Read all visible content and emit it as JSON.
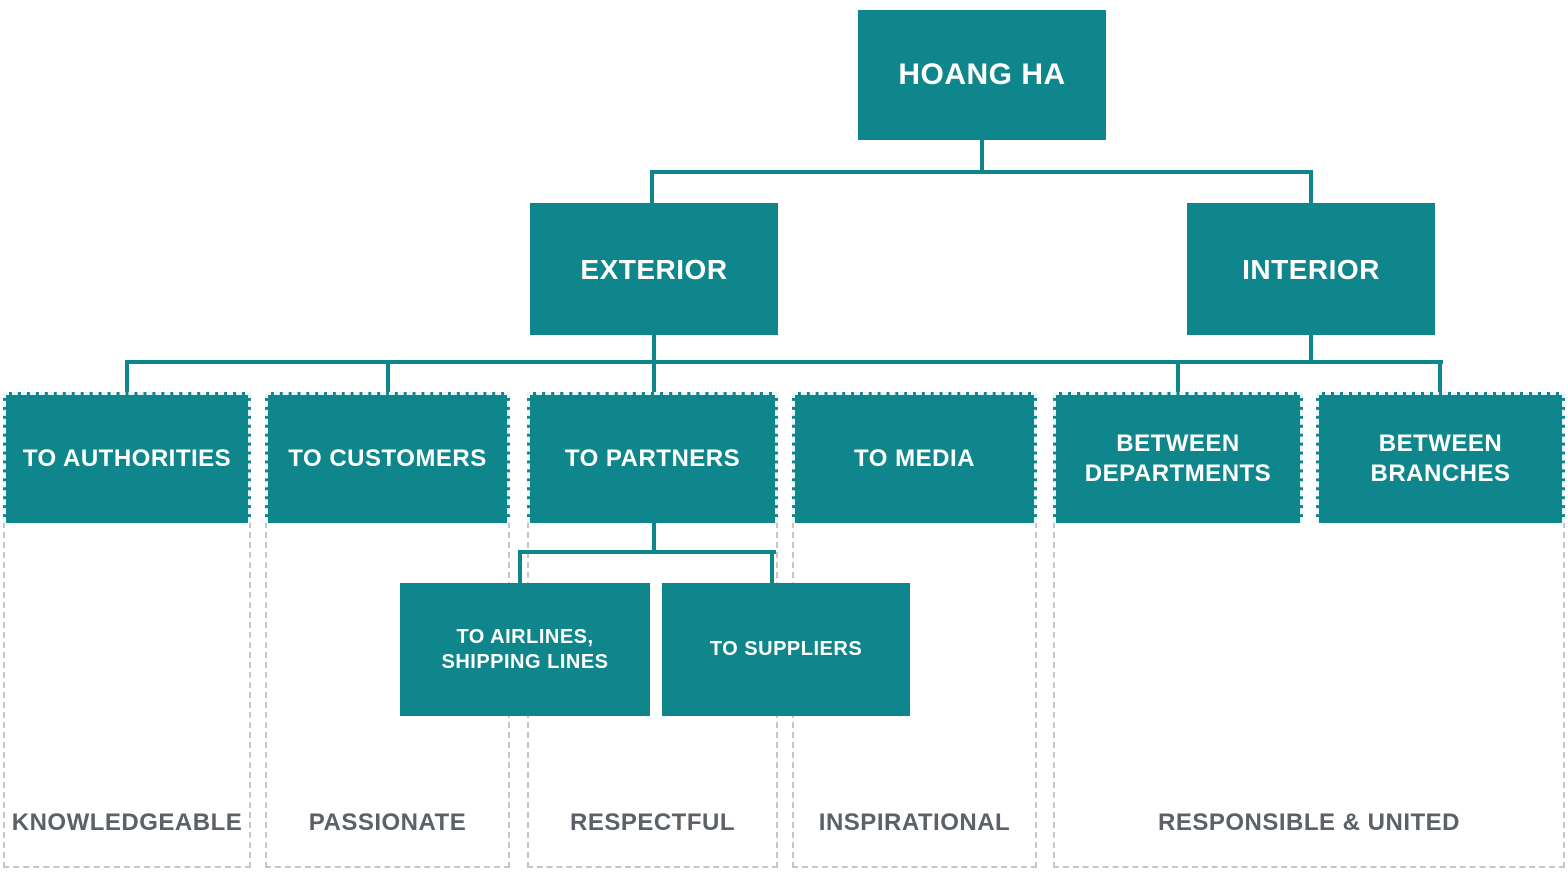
{
  "colors": {
    "teal": "#0E868B",
    "label_gray": "#5B6167",
    "dash_gray": "#C3C7C9"
  },
  "org": {
    "root": "HOANG HA",
    "level1": [
      "EXTERIOR",
      "INTERIOR"
    ],
    "level2": [
      "TO AUTHORITIES",
      "TO CUSTOMERS",
      "TO PARTNERS",
      "TO MEDIA",
      "BETWEEN DEPARTMENTS",
      "BETWEEN BRANCHES"
    ],
    "level3": [
      "TO AIRLINES, SHIPPING LINES",
      "TO SUPPLIERS"
    ],
    "values": [
      "KNOWLEDGEABLE",
      "PASSIONATE",
      "RESPECTFUL",
      "INSPIRATIONAL",
      "RESPONSIBLE & UNITED"
    ]
  }
}
